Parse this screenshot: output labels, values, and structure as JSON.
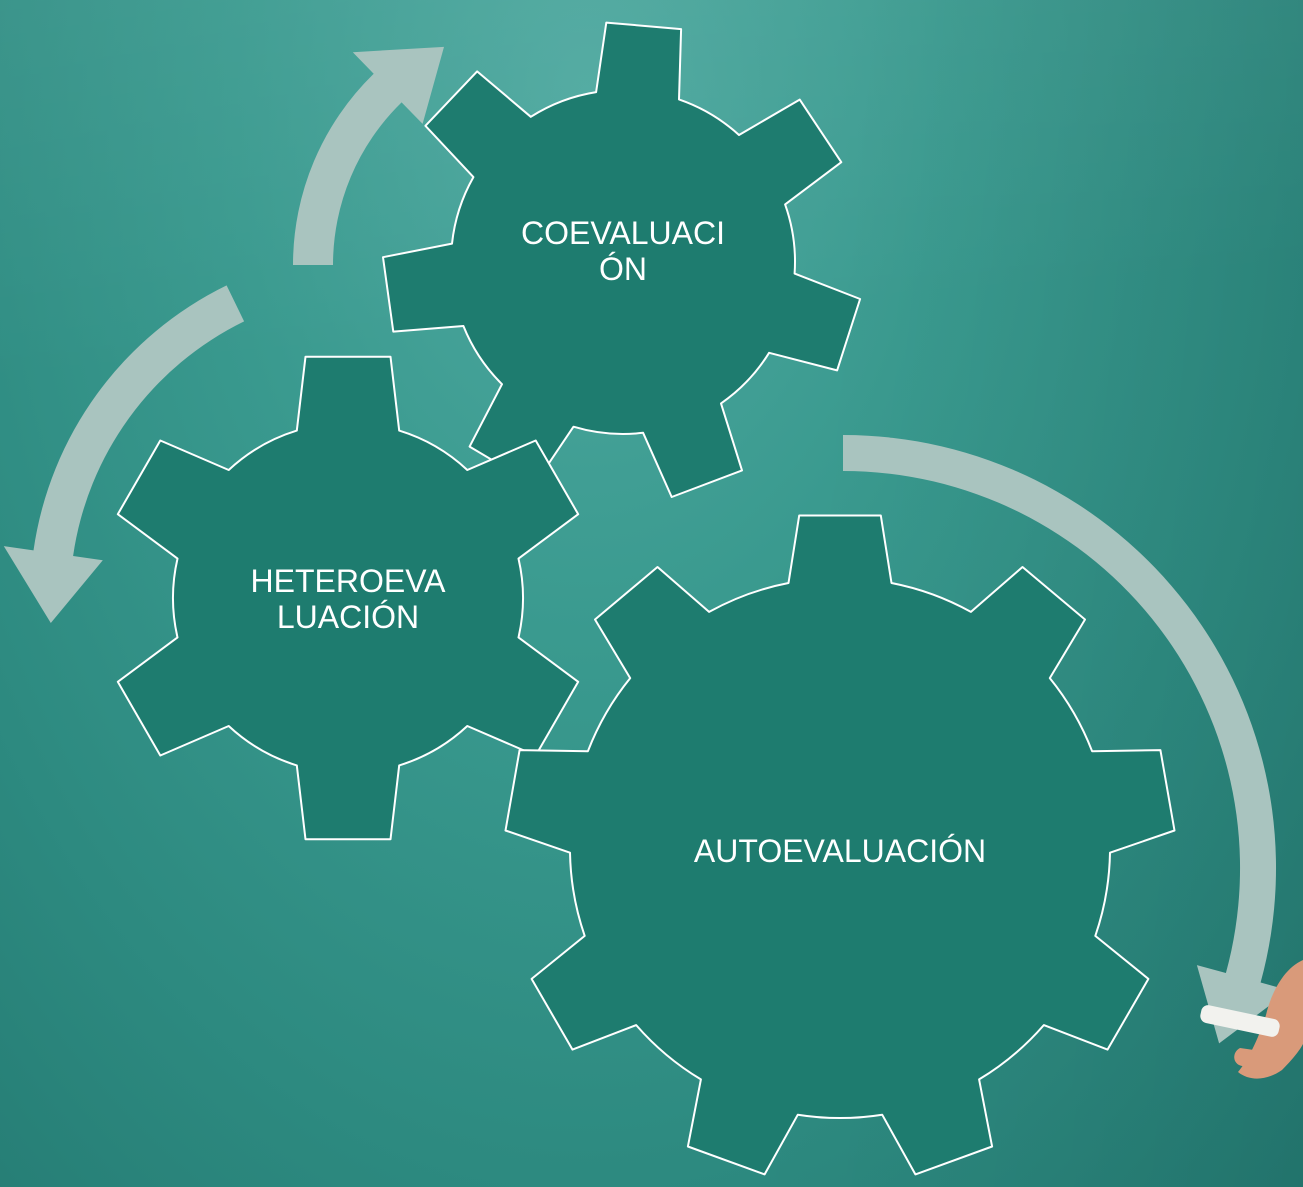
{
  "diagram": {
    "gears": {
      "coevaluacion": {
        "line1": "COEVALUACI",
        "line2": "ÓN"
      },
      "heteroevaluacion": {
        "line1": "HETEROEVA",
        "line2": "LUACIÓN"
      },
      "autoevaluacion": {
        "label": "AUTOEVALUACIÓN"
      }
    },
    "colors": {
      "background": "#3a9a8f",
      "gear_fill": "#1e7c6f",
      "gear_outline": "#ffffff",
      "arrow": "#a9c4bf",
      "text": "#ffffff"
    },
    "icons": [
      "cycle-arrow",
      "cycle-arrow",
      "cycle-arrow",
      "hand-with-chalk"
    ]
  }
}
